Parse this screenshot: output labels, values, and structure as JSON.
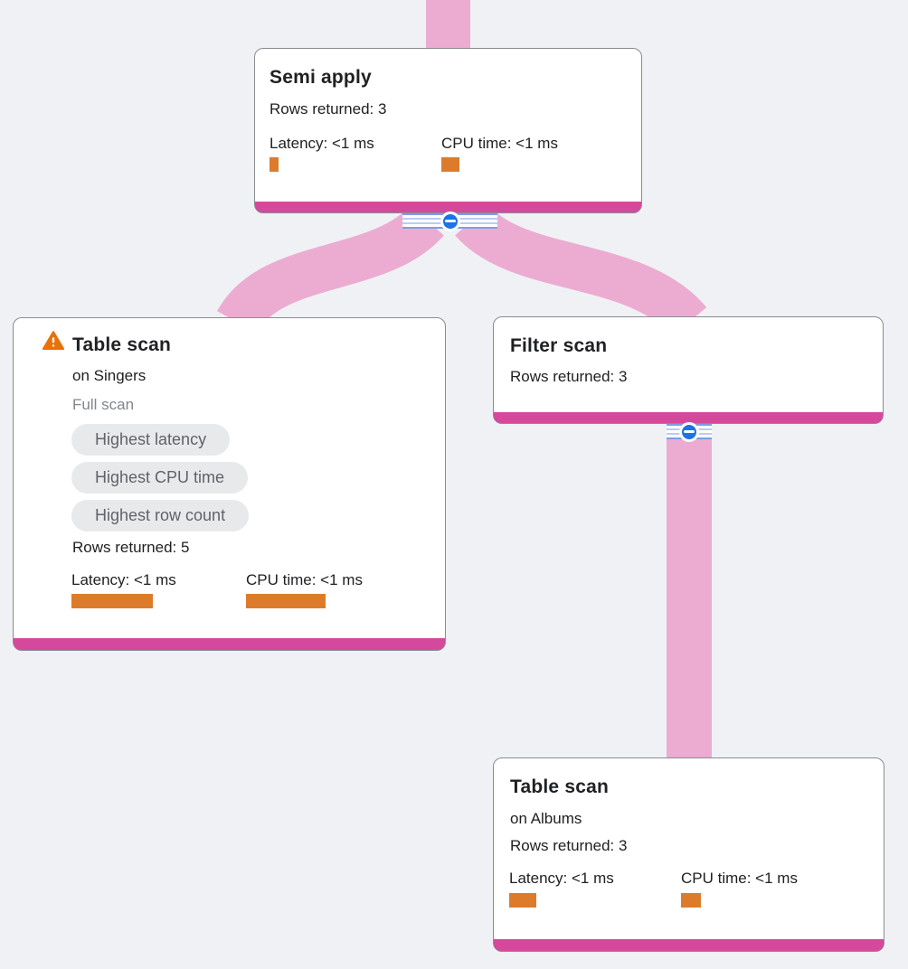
{
  "colors": {
    "background": "#f0f1f4",
    "card_bg": "#ffffff",
    "card_border": "#888c91",
    "accent_bar": "#d5499c",
    "edge": "#ecacd2",
    "metric_bar": "#dc7c2b",
    "warning": "#e8710a",
    "collapse_blue": "#1a73e8",
    "badge_bg": "#e8e9ea",
    "badge_text": "#5f6368",
    "muted_text": "#80868b",
    "text": "#202124"
  },
  "nodes": {
    "semi_apply": {
      "title": "Semi apply",
      "rows_returned": "Rows returned: 3",
      "latency_label": "Latency: <1 ms",
      "cpu_label": "CPU time: <1 ms",
      "latency_bar_width": 10,
      "cpu_bar_width": 20
    },
    "table_scan_singers": {
      "title": "Table scan",
      "subtitle": "on Singers",
      "scan_type": "Full scan",
      "badges": [
        "Highest latency",
        "Highest CPU time",
        "Highest row count"
      ],
      "rows_returned": "Rows returned: 5",
      "latency_label": "Latency: <1 ms",
      "cpu_label": "CPU time: <1 ms",
      "latency_bar_width": 90,
      "cpu_bar_width": 88
    },
    "filter_scan": {
      "title": "Filter scan",
      "rows_returned": "Rows returned: 3"
    },
    "table_scan_albums": {
      "title": "Table scan",
      "subtitle": "on Albums",
      "rows_returned": "Rows returned: 3",
      "latency_label": "Latency: <1 ms",
      "cpu_label": "CPU time: <1 ms",
      "latency_bar_width": 30,
      "cpu_bar_width": 22
    }
  }
}
